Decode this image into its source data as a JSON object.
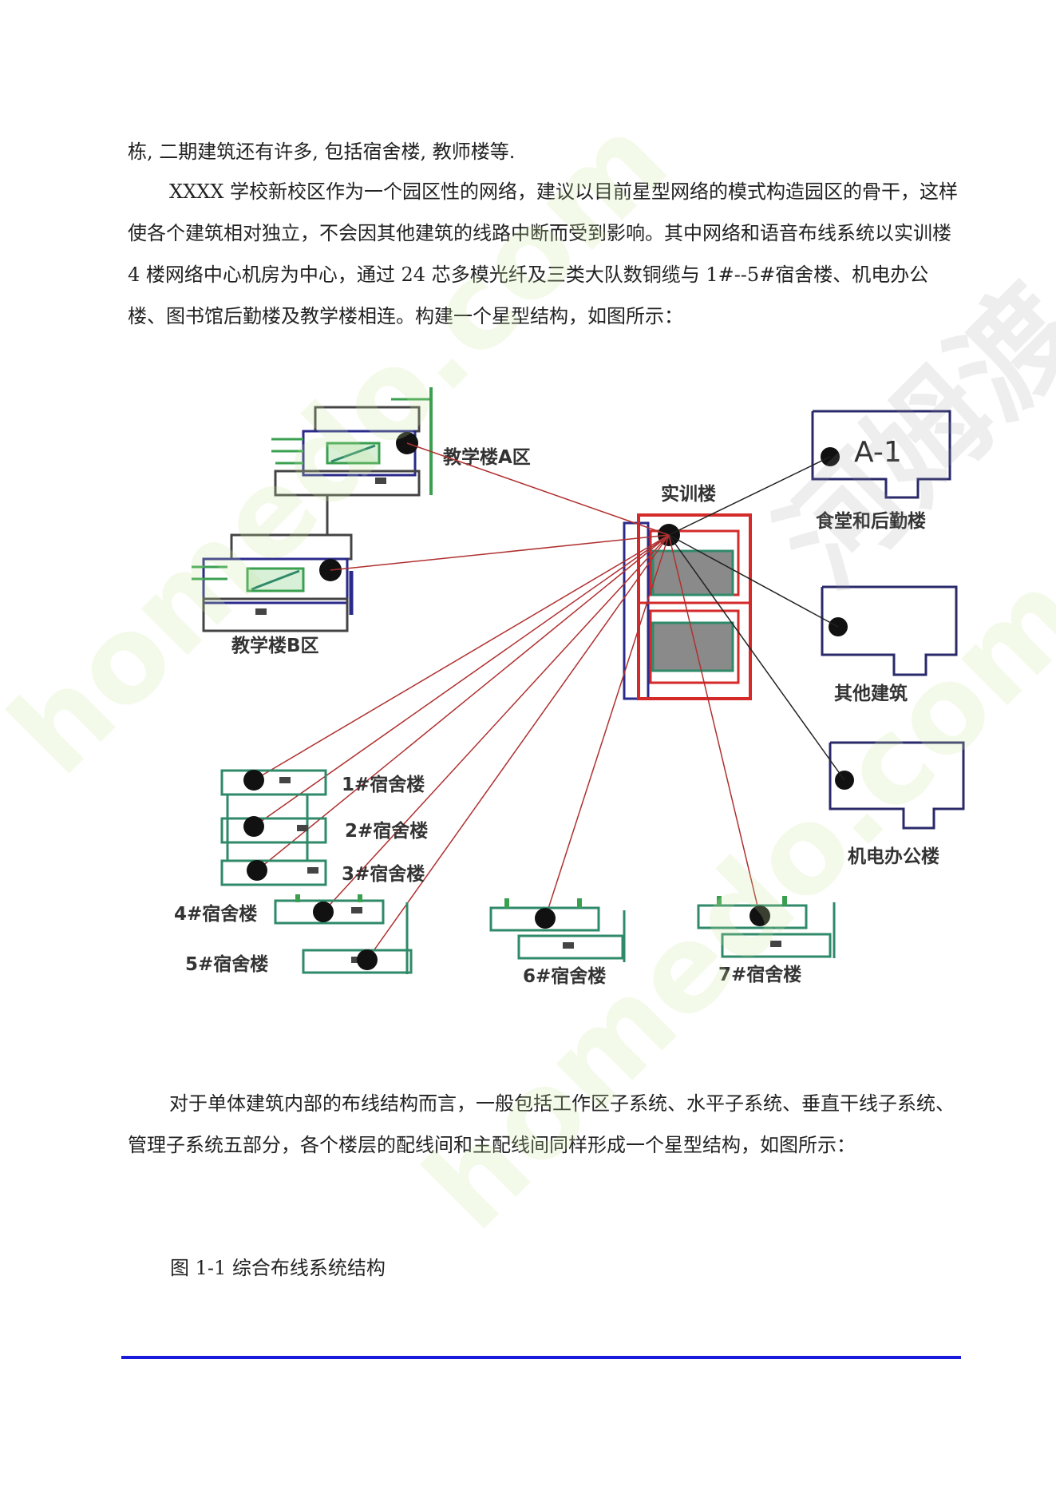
{
  "paragraphs": {
    "p0": "栋, 二期建筑还有许多, 包括宿舍楼, 教师楼等.",
    "p1": "XXXX 学校新校区作为一个园区性的网络，建议以目前星型网络的模式构造园区的骨干，这样使各个建筑相对独立，不会因其他建筑的线路中断而受到影响。其中网络和语音布线系统以实训楼 4 楼网络中心机房为中心，通过 24 芯多模光纤及三类大队数铜缆与 1#--5#宿舍楼、机电办公楼、图书馆后勤楼及教学楼相连。构建一个星型结构，如图所示：",
    "p2": "对于单体建筑内部的布线结构而言，一般包括工作区子系统、水平子系统、垂直干线子系统、管理子系统五部分，各个楼层的配线间和主配线间同样形成一个星型结构，如图所示："
  },
  "diagram": {
    "center_label": "实训楼",
    "teach_a": "教学楼A区",
    "teach_b": "教学楼B区",
    "a1_mark": "A-1",
    "canteen": "食堂和后勤楼",
    "other": "其他建筑",
    "mech": "机电办公楼",
    "dorm1": "1#宿舍楼",
    "dorm2": "2#宿舍楼",
    "dorm3": "3#宿舍楼",
    "dorm4": "4#宿舍楼",
    "dorm5": "5#宿舍楼",
    "dorm6": "6#宿舍楼",
    "dorm7": "7#宿舍楼"
  },
  "caption": "图 1-1  综合布线系统结构",
  "watermark": {
    "brand_latin": "homedo.com",
    "brand_cn": "河姆渡"
  },
  "colors": {
    "link_red": "#b03030",
    "link_black": "#222222",
    "rule_blue": "#1a1adb",
    "building_green": "#2f8a6a",
    "center_red": "#d42a2a"
  }
}
